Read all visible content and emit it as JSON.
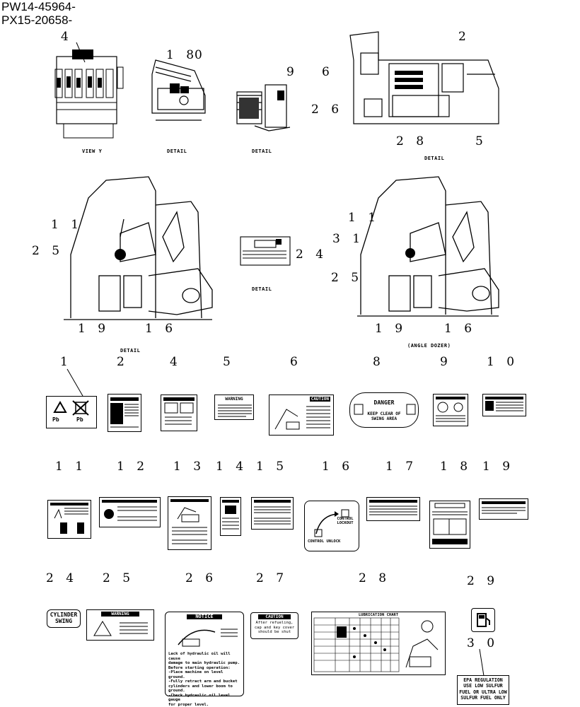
{
  "header": {
    "line1": "PW14-45964-",
    "line2": "PX15-20658-"
  },
  "captions": {
    "view_y": "VIEW Y",
    "detail_a": "DETAIL",
    "detail_b": "DETAIL",
    "detail_c": "DETAIL",
    "detail_d": "DETAIL",
    "detail_e": "DETAIL",
    "angle_dozer": "(ANGLE DOZER)"
  },
  "callouts": {
    "c4": "4",
    "c18": "1 8",
    "c10": "0",
    "c9": "9",
    "c2": "2",
    "c6": "6",
    "c26": "2 6",
    "c28": "2 8",
    "c5": "5",
    "c11a": "1 1",
    "c25a": "2 5",
    "c19a": "1 9",
    "c16a": "1 6",
    "c24": "2 4",
    "c11b": "1 1",
    "c31": "3 1",
    "c25b": "2 5",
    "c19b": "1 9",
    "c16b": "1 6"
  },
  "part_numbers": [
    "1",
    "2",
    "4",
    "5",
    "6",
    "8",
    "9",
    "1 0",
    "1 1",
    "1 2",
    "1 3",
    "1 4",
    "1 5",
    "1 6",
    "1 7",
    "1 8",
    "1 9",
    "2 4",
    "2 5",
    "2 6",
    "2 7",
    "2 8",
    "2 9",
    "3 0"
  ],
  "decal_text": {
    "d1_pb_left": "Pb",
    "d1_pb_right": "Pb",
    "d5_title": "WARNING",
    "d6_title": "CAUTION",
    "d8_title": "DANGER",
    "d8_body": "KEEP CLEAR OF\nSWING AREA",
    "d16_lock": "CONTROL\nLOCKOUT",
    "d16_unlock": "CONTROL\nUNLOCK",
    "d24": "CYLINDER\nSWING",
    "d25_title": "WARNING",
    "d26_title": "NOTICE",
    "d26_body": "Lack of hydraulic oil will cause\ndamage to main hydraulic pump.\nBefore starting operation:\n-Place machine on level ground.\n-Fully retract arm and bucket\n cylinders and lower boom to\n ground.\n-Check hydraulic oil level gauge\n for proper level.",
    "d27_title": "CAUTION",
    "d27_body": "After refueling,\ncap and key cover\nshould be shut",
    "d28_title": "LUBRICATION CHART",
    "d30": "EPA REGULATION\nUSE LOW SULFUR\nFUEL OR ULTRA LOW\nSULFUR FUEL ONLY"
  }
}
